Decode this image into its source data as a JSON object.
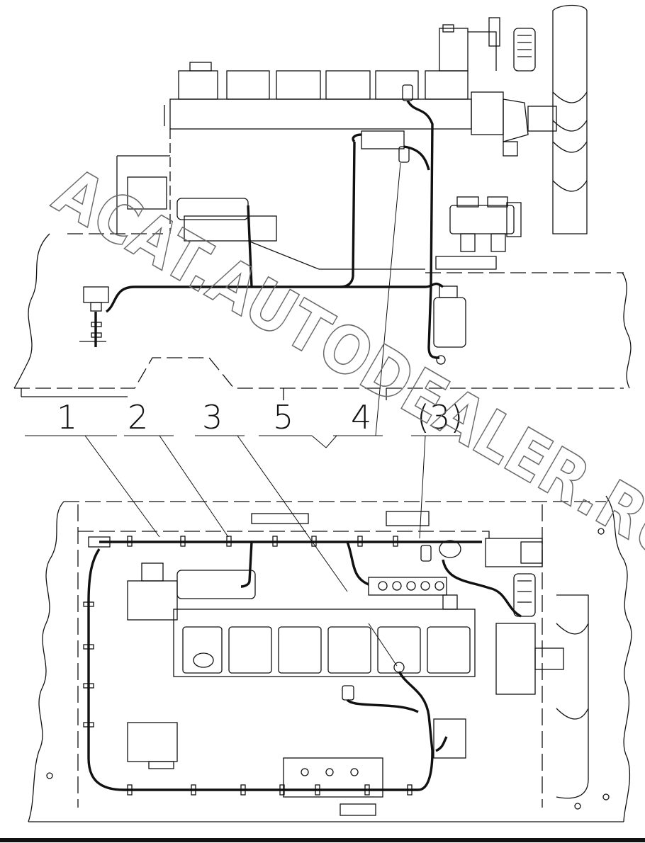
{
  "diagram": {
    "callouts": [
      {
        "id": "c1",
        "label": "1"
      },
      {
        "id": "c2",
        "label": "2"
      },
      {
        "id": "c3",
        "label": "3"
      },
      {
        "id": "c5",
        "label": "5"
      },
      {
        "id": "c4",
        "label": "4"
      },
      {
        "id": "c3b",
        "label": "(3)"
      }
    ]
  },
  "watermark": {
    "text": "ACAT.AUTODEALER.RU"
  },
  "colors": {
    "line": "#111111",
    "background": "#ffffff",
    "watermark": "#6a6a6a"
  }
}
